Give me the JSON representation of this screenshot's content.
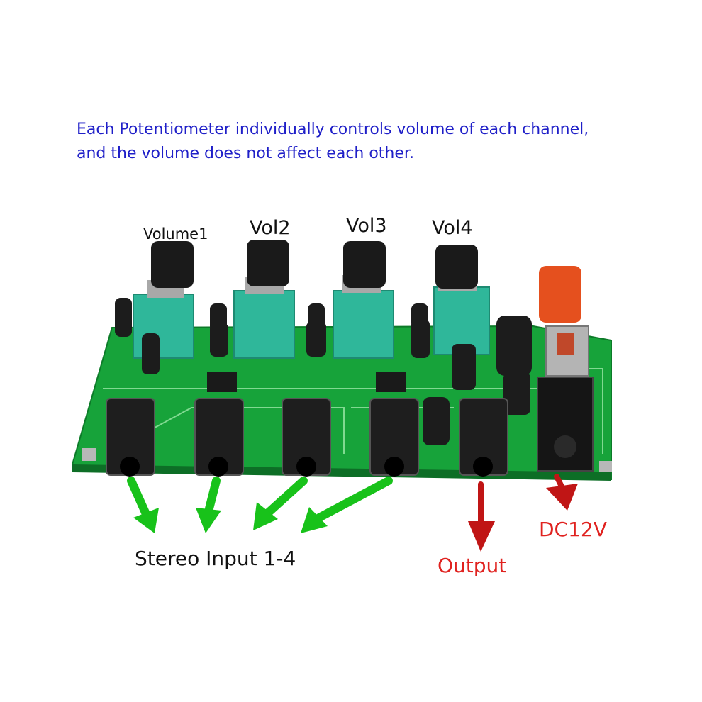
{
  "caption": {
    "line1": "Each Potentiometer individually controls volume of each channel,",
    "line2": "and the volume does not affect each other."
  },
  "labels": {
    "volume1": "Volume1",
    "vol2": "Vol2",
    "vol3": "Vol3",
    "vol4": "Vol4",
    "stereo_input": "Stereo Input 1-4",
    "output": "Output",
    "dc": "DC12V"
  },
  "colors": {
    "caption": "#1f1fc8",
    "input_arrows": "#18c21a",
    "output_arrows": "#c01515",
    "pcb": "#17a33a",
    "pot_body": "#2fb79a"
  }
}
